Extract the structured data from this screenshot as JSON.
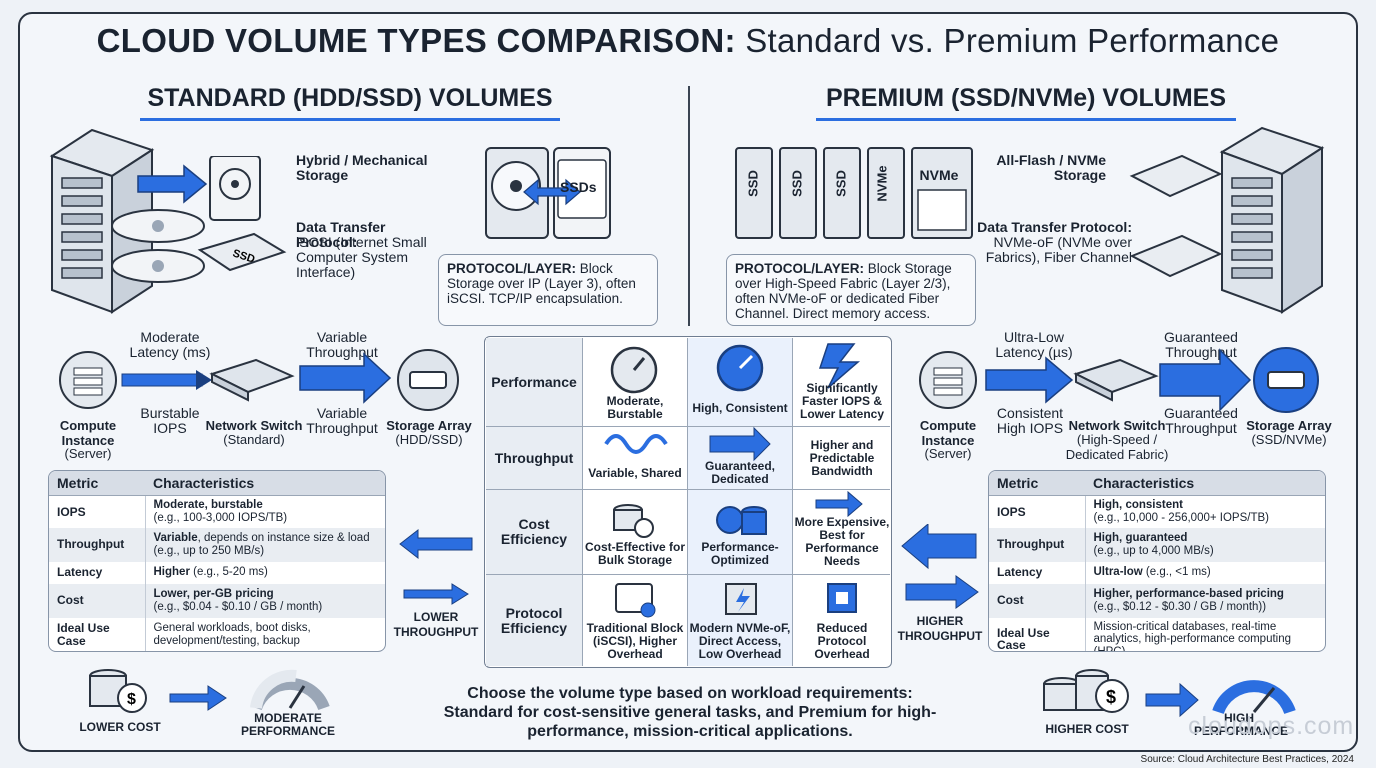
{
  "title": {
    "bold": "CLOUD VOLUME TYPES COMPARISON:",
    "rest": " Standard vs. Premium Performance"
  },
  "standard": {
    "heading": "STANDARD (HDD/SSD) VOLUMES",
    "storage_label": "Hybrid / Mechanical Storage",
    "protocol_heading": "Data Transfer Protocol:",
    "protocol_text": "iSCSI (Internet Small Computer System Interface)",
    "drive_label": "SSDs",
    "proto_box_bold": "PROTOCOL/LAYER:",
    "proto_box_text": " Block Storage over IP (Layer 3), often iSCSI. TCP/IP encapsulation.",
    "flow": {
      "latency": "Moderate Latency (ms)",
      "throughput_top": "Variable Throughput",
      "iops": "Burstable IOPS",
      "throughput_bottom": "Variable Throughput",
      "compute_bold": "Compute Instance",
      "compute_sub": "(Server)",
      "switch_bold": "Network Switch",
      "switch_sub": "(Standard)",
      "storage_bold": "Storage Array",
      "storage_sub": "(HDD/SSD)"
    },
    "table": {
      "headers": [
        "Metric",
        "Characteristics"
      ],
      "rows": [
        {
          "metric": "IOPS",
          "bold": "Moderate, burstable",
          "text": "(e.g., 100-3,000 IOPS/TB)"
        },
        {
          "metric": "Throughput",
          "bold": "Variable",
          "text": ", depends on instance size & load (e.g., up to 250 MB/s)"
        },
        {
          "metric": "Latency",
          "bold": "Higher",
          "text": " (e.g., 5-20 ms)"
        },
        {
          "metric": "Cost",
          "bold": "Lower, per-GB pricing",
          "text": "(e.g., $0.04 - $0.10 / GB / month)"
        },
        {
          "metric": "Ideal Use Case",
          "bold": "",
          "text": "General workloads, boot disks, development/testing, backup"
        }
      ]
    },
    "side_arrow_label": "LOWER THROUGHPUT",
    "cost_label": "LOWER COST",
    "perf_label": "MODERATE PERFORMANCE"
  },
  "premium": {
    "heading": "PREMIUM (SSD/NVMe) VOLUMES",
    "storage_label": "All-Flash / NVMe Storage",
    "protocol_heading": "Data Transfer Protocol:",
    "protocol_text": "NVMe-oF (NVMe over Fabrics), Fiber Channel",
    "drive_labels": [
      "SSD",
      "SSD",
      "SSD",
      "NVMe",
      "NVMe"
    ],
    "proto_box_bold": "PROTOCOL/LAYER:",
    "proto_box_text": " Block Storage over High-Speed Fabric (Layer 2/3), often NVMe-oF or dedicated Fiber Channel. Direct memory access.",
    "flow": {
      "latency": "Ultra-Low Latency (µs)",
      "throughput_top": "Guaranteed Throughput",
      "iops": "Consistent High IOPS",
      "throughput_bottom": "Guaranteed Throughput",
      "compute_bold": "Compute Instance",
      "compute_sub": "(Server)",
      "switch_bold": "Network Switch",
      "switch_sub": "(High-Speed / Dedicated Fabric)",
      "storage_bold": "Storage Array",
      "storage_sub": "(SSD/NVMe)"
    },
    "table": {
      "headers": [
        "Metric",
        "Characteristics"
      ],
      "rows": [
        {
          "metric": "IOPS",
          "bold": "High, consistent",
          "text": "(e.g., 10,000 - 256,000+ IOPS/TB)"
        },
        {
          "metric": "Throughput",
          "bold": "High, guaranteed",
          "text": "(e.g., up to 4,000 MB/s)"
        },
        {
          "metric": "Latency",
          "bold": "Ultra-low",
          "text": " (e.g., <1 ms)"
        },
        {
          "metric": "Cost",
          "bold": "Higher, performance-based pricing",
          "text": "(e.g., $0.12 - $0.30 / GB / month))"
        },
        {
          "metric": "Ideal Use Case",
          "bold": "",
          "text": "Mission-critical databases, real-time analytics, high-performance computing (HPC)"
        }
      ]
    },
    "side_arrow_label": "HIGHER THROUGHPUT",
    "cost_label": "HIGHER COST",
    "perf_label": "HIGH PERFORMANCE"
  },
  "comparison": {
    "rows": [
      {
        "head": "Performance",
        "std": "Moderate, Burstable",
        "mid": "High, Consistent",
        "prem": "Significantly Faster IOPS & Lower Latency"
      },
      {
        "head": "Throughput",
        "std": "Variable, Shared",
        "mid": "Guaranteed, Dedicated",
        "prem": "Higher and Predictable Bandwidth"
      },
      {
        "head": "Cost Efficiency",
        "std": "Cost-Effective for Bulk Storage",
        "mid": "Performance-Optimized",
        "prem": "More Expensive, Best for Performance Needs"
      },
      {
        "head": "Protocol Efficiency",
        "std": "Traditional Block (iSCSI), Higher Overhead",
        "mid": "Modern NVMe-oF, Direct Access, Low Overhead",
        "prem": "Reduced Protocol Overhead"
      }
    ]
  },
  "conclusion": "Choose the volume type based on workload requirements: Standard for cost-sensitive general tasks, and Premium for high-performance, mission-critical applications.",
  "source": "Source: Cloud Architecture Best Practices, 2024",
  "watermark": "cloudops.com",
  "colors": {
    "accent": "#2b6ee0",
    "dark": "#1a2330",
    "panel": "#f7f9fc"
  }
}
